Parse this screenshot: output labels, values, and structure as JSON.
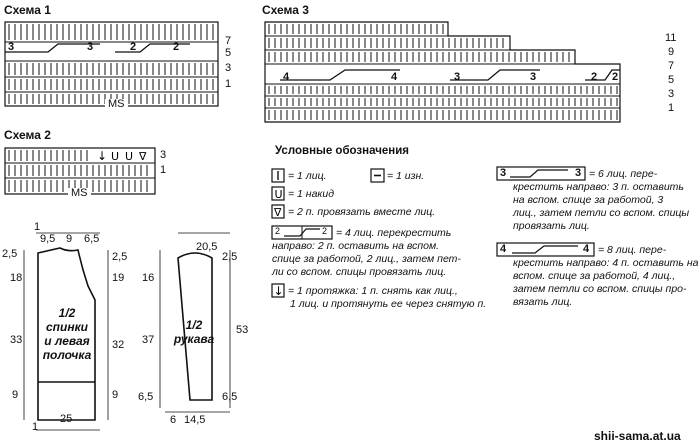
{
  "schemes": {
    "s1": {
      "title": "Схема 1",
      "rows": [
        "7",
        "5",
        "3",
        "1"
      ],
      "bottom": "MS",
      "cable_labels": [
        "3",
        "3",
        "2",
        "2"
      ]
    },
    "s2": {
      "title": "Схема 2",
      "rows": [
        "3",
        "1"
      ],
      "bottom": "MS"
    },
    "s3": {
      "title": "Схема 3",
      "rows": [
        "11",
        "9",
        "7",
        "5",
        "3",
        "1"
      ],
      "cable_labels": [
        "4",
        "4",
        "3",
        "3",
        "2",
        "2"
      ]
    }
  },
  "legend": {
    "title": "Условные обозначения",
    "knit": "= 1 лиц.",
    "purl": "= 1 изн.",
    "yo": "= 1 накид",
    "k2tog": "= 2 п. провязать вместе лиц.",
    "cable2_lines": [
      "= 4 лиц. перекрестить",
      "направо: 2 п. оставить на вспом.",
      "спице за работой, 2 лиц., затем пет-",
      "ли со вспом. спицы провязать лиц."
    ],
    "cable2_nums": [
      "2",
      "2"
    ],
    "slip_lines": [
      "= 1 протяжка: 1 п. снять как лиц.,",
      "1 лиц. и протянуть ее через снятую п."
    ],
    "cable3_lines": [
      "= 6 лиц. пере-",
      "крестить направо: 3 п. оставить",
      "на вспом. спице за работой, 3",
      "лиц., затем петли со вспом. спицы",
      "провязать лиц."
    ],
    "cable3_nums": [
      "3",
      "3"
    ],
    "cable4_lines": [
      "= 8 лиц. пере-",
      "крестить направо: 4 п. оставить на",
      "вспом. спице за работой, 4 лиц.,",
      "затем петли со вспом. спицы про-",
      "вязать лиц."
    ],
    "cable4_nums": [
      "4",
      "4"
    ]
  },
  "pattern1": {
    "top": [
      "1",
      "9,5",
      "9",
      "6,5"
    ],
    "left_top": "2,5",
    "left": [
      "18",
      "33",
      "9"
    ],
    "right": [
      "2,5",
      "19",
      "32",
      "9"
    ],
    "bottom": [
      "1",
      "25"
    ],
    "label_lines": [
      "1/2",
      "спинки",
      "и левая",
      "полочка"
    ]
  },
  "pattern2": {
    "top": "20,5",
    "left": [
      "16",
      "37",
      "6,5"
    ],
    "right": [
      "2,5",
      "53",
      "6,5"
    ],
    "bottom": [
      "6",
      "14,5"
    ],
    "label_lines": [
      "1/2",
      "рукава"
    ]
  },
  "watermark": "shii-sama.at.ua"
}
